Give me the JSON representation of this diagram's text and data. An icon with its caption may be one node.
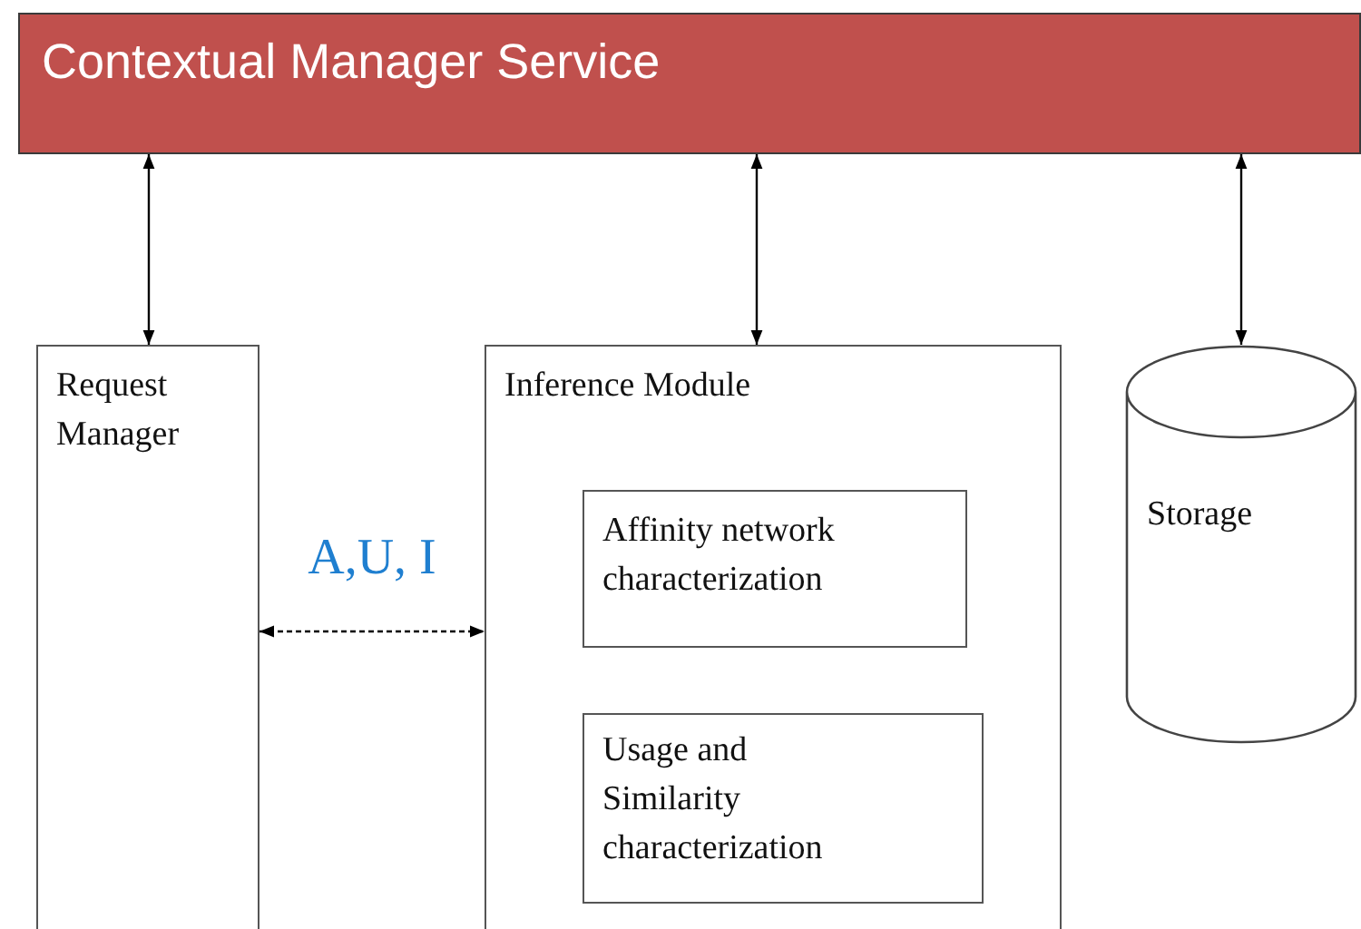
{
  "diagram": {
    "nodes": [
      {
        "text": [
          "Contextual Manager Service"
        ]
      },
      {
        "text": [
          "Request Manager"
        ]
      },
      {
        "text": [
          "Inference Module"
        ]
      },
      {
        "text": [
          "Affinity network characterization"
        ],
        "in": 2
      },
      {
        "text": [
          "Usage and Similarity characterization"
        ],
        "in": 2
      },
      {
        "text": [
          "Storage"
        ]
      }
    ],
    "edges": [
      {
        "from": 0,
        "to": 1,
        "arrow": "both"
      },
      {
        "from": 0,
        "to": 2,
        "arrow": "both"
      },
      {
        "from": 0,
        "to": 5,
        "arrow": "both"
      },
      {
        "from": 1,
        "to": 2,
        "arrow": "both",
        "style": "dashed",
        "label": "A,U, I"
      }
    ]
  }
}
